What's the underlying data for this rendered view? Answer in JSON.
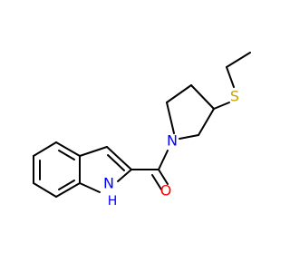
{
  "molecule": {
    "atoms": {
      "nh": "N",
      "h": "H",
      "n": "N",
      "o": "O",
      "s": "S"
    },
    "colors": {
      "bond": "#000000",
      "nitrogen": "#0000ff",
      "oxygen": "#ff0000",
      "sulfur": "#c8a400"
    }
  }
}
